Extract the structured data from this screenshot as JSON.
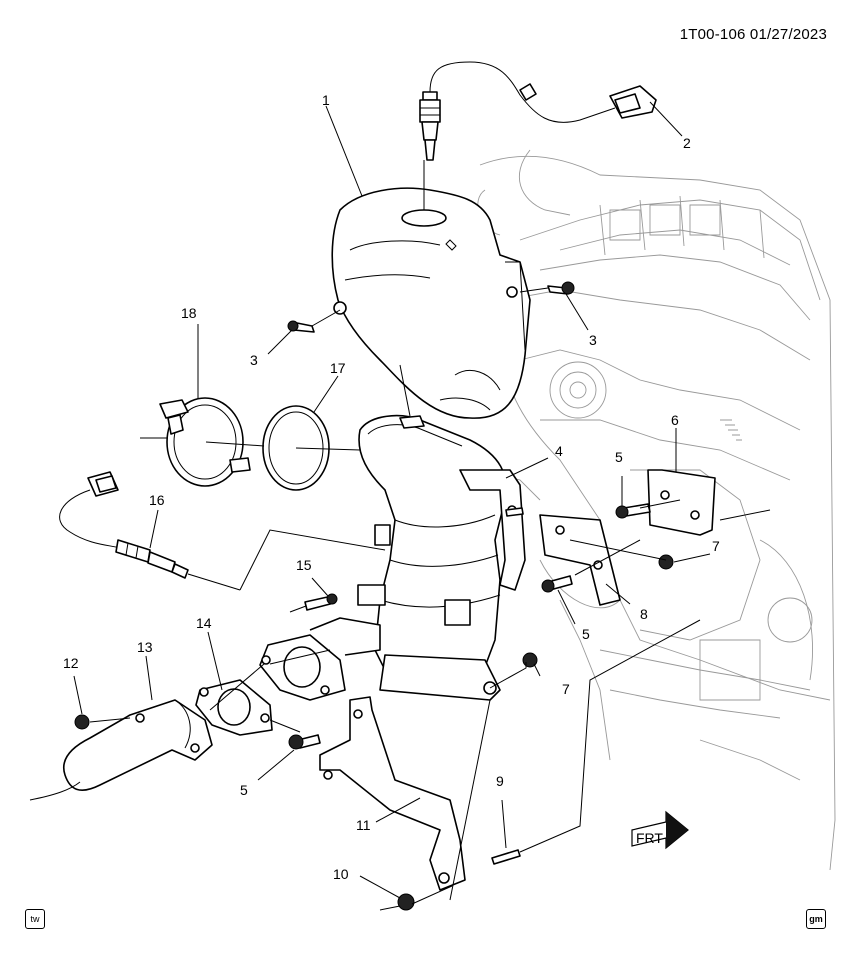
{
  "header": {
    "code": "1T00-106  01/27/2023"
  },
  "badges": {
    "left": "tw",
    "right": "gm"
  },
  "direction_indicator": {
    "label": "FRT"
  },
  "callouts": [
    "1",
    "2",
    "3",
    "3",
    "4",
    "5",
    "5",
    "5",
    "6",
    "7",
    "7",
    "8",
    "9",
    "10",
    "11",
    "12",
    "13",
    "14",
    "15",
    "16",
    "17",
    "18"
  ],
  "icons": {
    "direction": "front-direction-arrow-icon",
    "tw": "tw-badge-icon",
    "gm": "gm-logo-icon"
  }
}
